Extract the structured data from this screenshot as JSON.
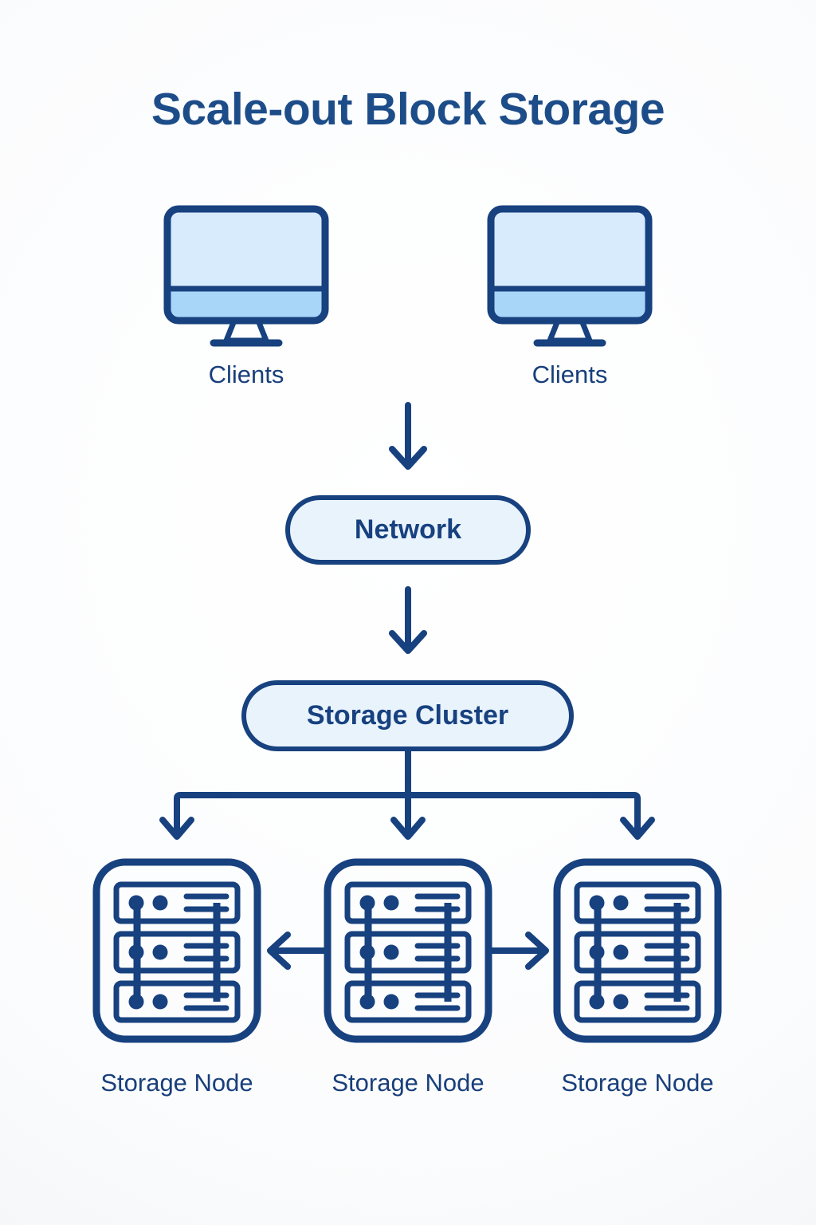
{
  "title": "Scale-out Block Storage",
  "clients": [
    {
      "label": "Clients"
    },
    {
      "label": "Clients"
    }
  ],
  "network": {
    "label": "Network"
  },
  "storage_cluster": {
    "label": "Storage Cluster"
  },
  "storage_nodes": [
    {
      "label": "Storage Node"
    },
    {
      "label": "Storage Node"
    },
    {
      "label": "Storage Node"
    }
  ],
  "icons": [
    "monitor-icon",
    "arrow-down-icon",
    "server-rack-icon",
    "arrow-left-icon",
    "arrow-right-icon",
    "branch-connector"
  ],
  "theme": {
    "line_navy": "#17417f",
    "title_color": "#1d4d89",
    "label_color": "#183f7b",
    "fill_light": "#e9f3fc",
    "fill_mid": "#a4d3f8",
    "screen_fill": "#d8ebfc",
    "band_fill": "#a8d6f9",
    "stand_fill": "#bfe0fb",
    "bg_center": "#ffffff",
    "bg_edge": "#edeff2"
  }
}
